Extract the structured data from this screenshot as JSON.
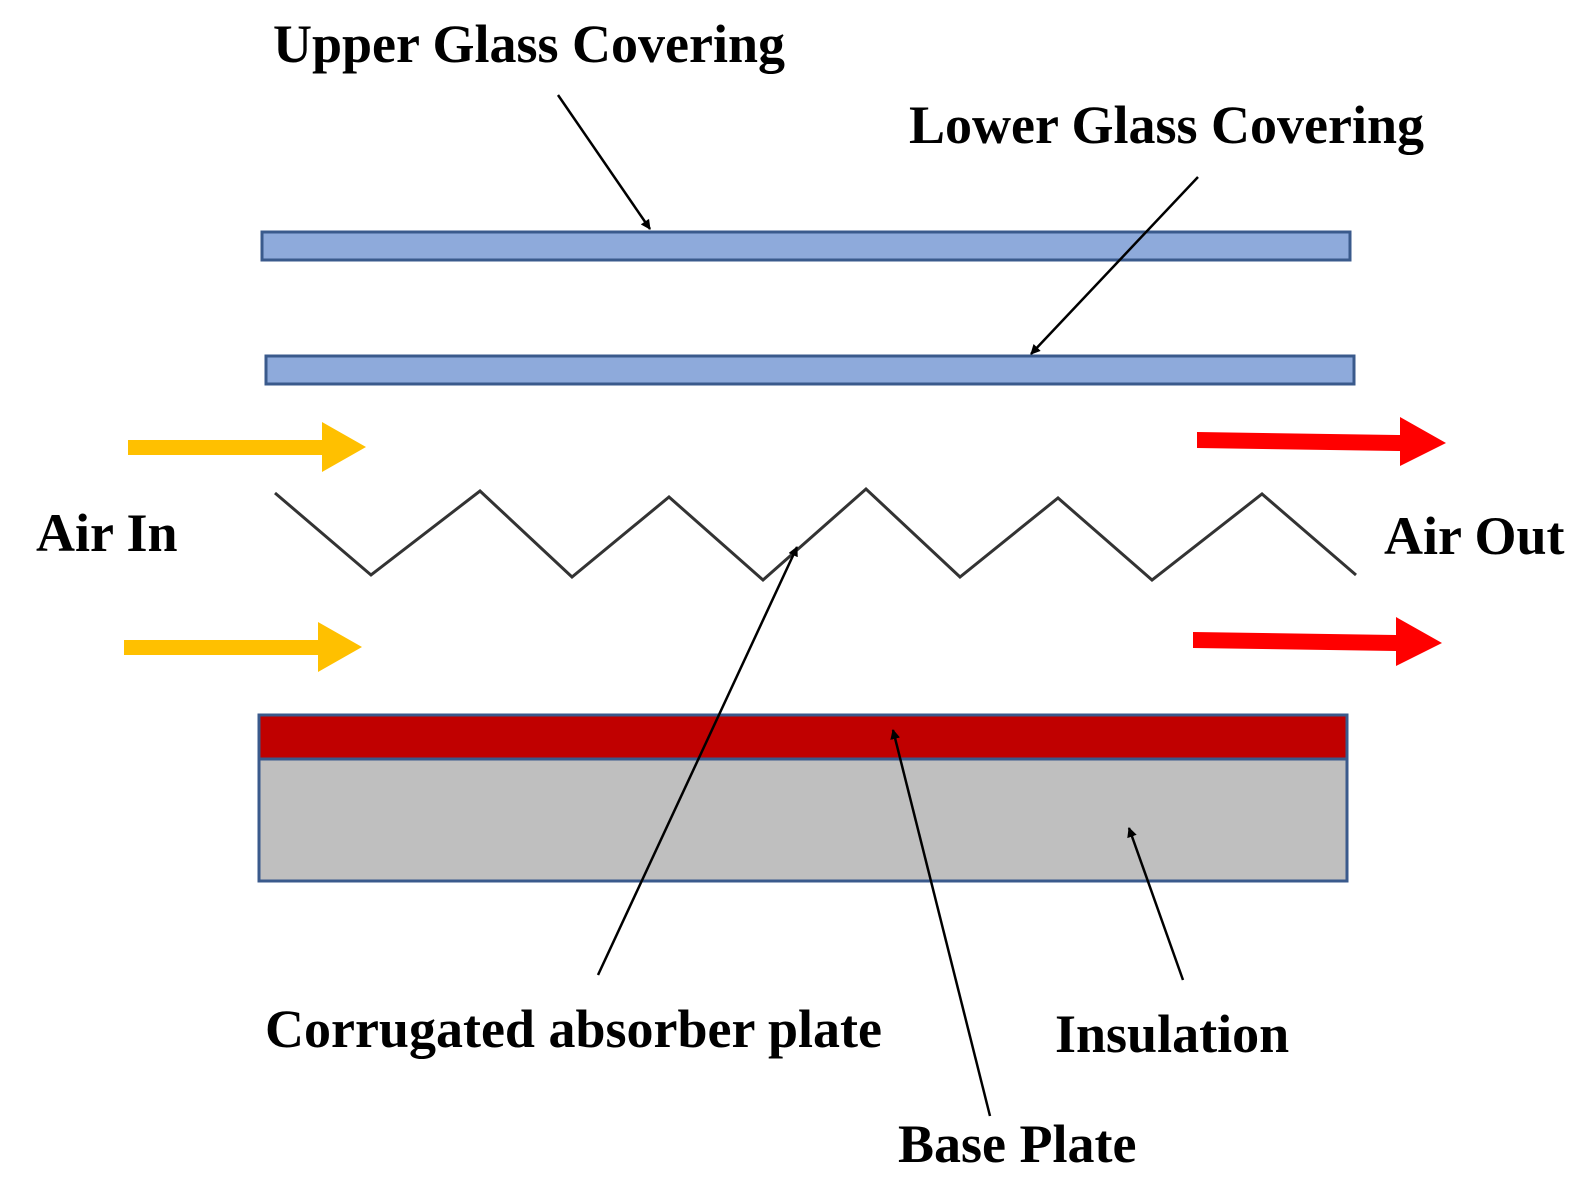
{
  "labels": {
    "upper_glass": "Upper Glass Covering",
    "lower_glass": "Lower Glass Covering",
    "air_in": "Air In",
    "air_out": "Air Out",
    "absorber": "Corrugated absorber plate",
    "insulation": "Insulation",
    "base_plate": "Base Plate"
  },
  "colors": {
    "glass_fill": "#8eaadb",
    "glass_stroke": "#3a5a8c",
    "base_plate_fill": "#c00000",
    "insulation_fill": "#bfbfbf",
    "panel_stroke": "#3a5a8c",
    "air_in_arrow": "#ffc000",
    "air_out_arrow": "#ff0000",
    "leader_line": "#000000",
    "absorber_line": "#333333"
  }
}
